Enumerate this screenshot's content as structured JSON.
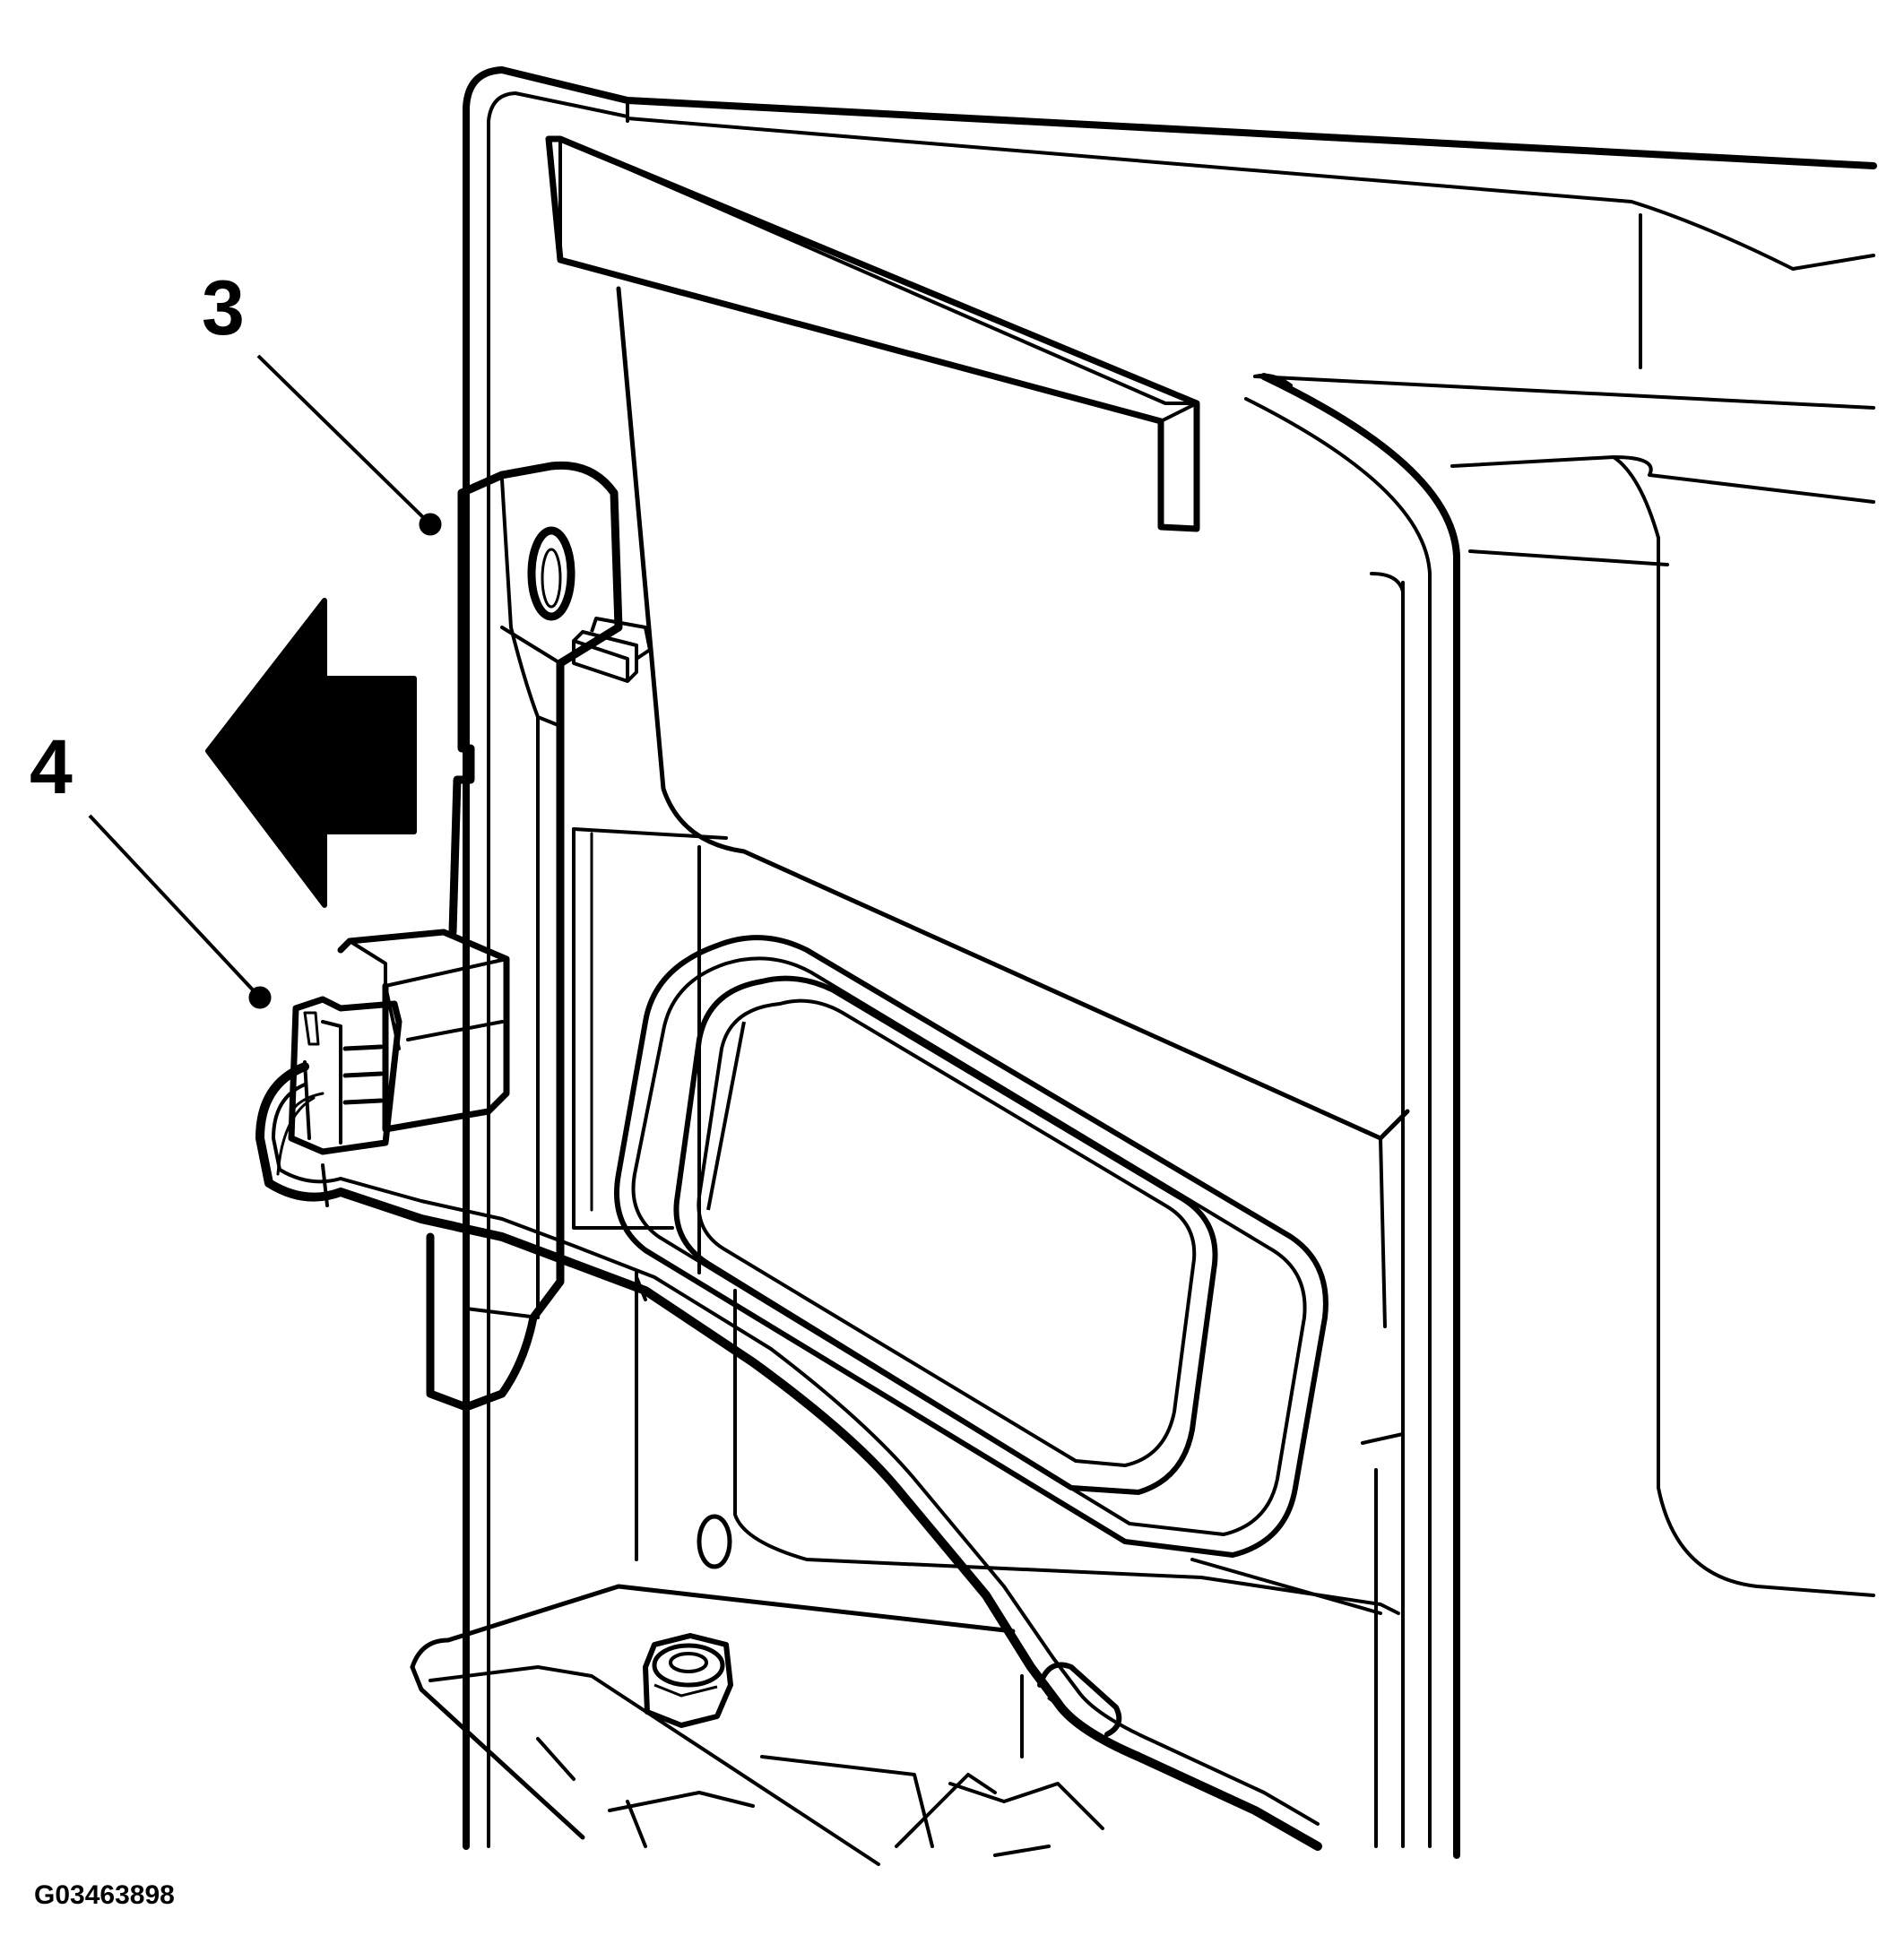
{
  "callouts": [
    {
      "id": "callout-3",
      "label": "3"
    },
    {
      "id": "callout-4",
      "label": "4"
    }
  ],
  "figure_code": "G03463898",
  "colors": {
    "line": "#000000",
    "background": "#ffffff"
  }
}
